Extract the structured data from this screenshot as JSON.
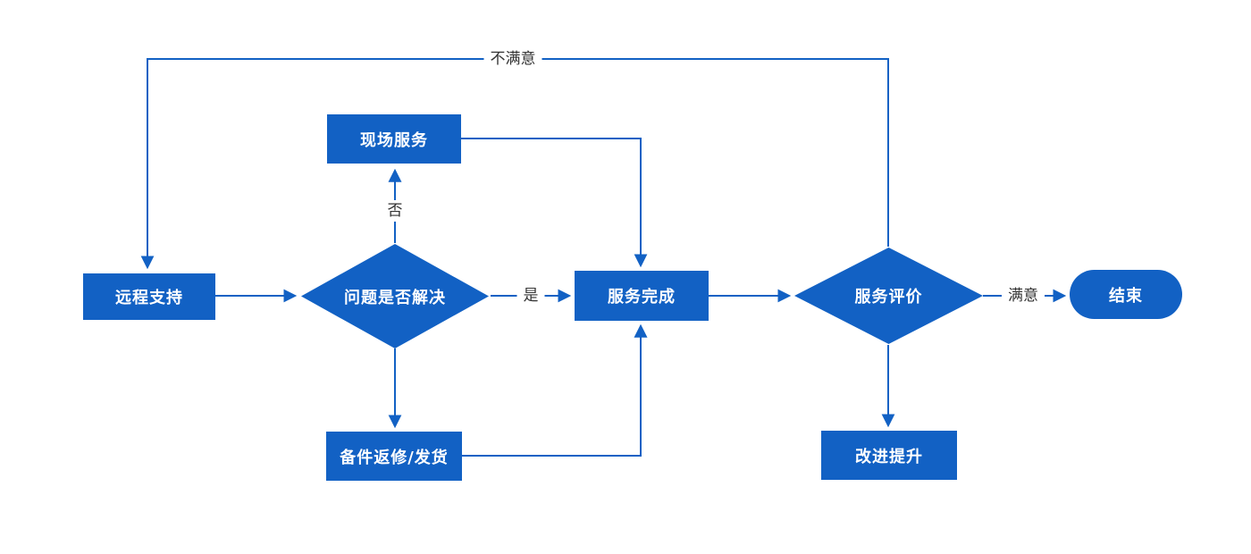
{
  "diagram": {
    "type": "flowchart",
    "accent_color": "#1261C4",
    "edge_label_color": "#333333",
    "node_text_color": "#ffffff",
    "background_color": "#ffffff",
    "nodes": {
      "remote_support": {
        "label": "远程支持",
        "shape": "rectangle"
      },
      "problem_solved": {
        "label": "问题是否解决",
        "shape": "diamond"
      },
      "onsite_service": {
        "label": "现场服务",
        "shape": "rectangle"
      },
      "service_complete": {
        "label": "服务完成",
        "shape": "rectangle"
      },
      "service_evaluation": {
        "label": "服务评价",
        "shape": "diamond"
      },
      "end": {
        "label": "结束",
        "shape": "terminator"
      },
      "improvement": {
        "label": "改进提升",
        "shape": "rectangle"
      },
      "spare_parts": {
        "label": "备件返修/发货",
        "shape": "rectangle"
      }
    },
    "edge_labels": {
      "no": "否",
      "yes": "是",
      "satisfied": "满意",
      "not_satisfied": "不满意"
    },
    "edges": [
      {
        "from": "remote_support",
        "to": "problem_solved",
        "label": ""
      },
      {
        "from": "problem_solved",
        "to": "onsite_service",
        "label": "否"
      },
      {
        "from": "problem_solved",
        "to": "service_complete",
        "label": "是"
      },
      {
        "from": "problem_solved",
        "to": "spare_parts",
        "label": ""
      },
      {
        "from": "onsite_service",
        "to": "service_complete",
        "label": ""
      },
      {
        "from": "spare_parts",
        "to": "service_complete",
        "label": ""
      },
      {
        "from": "service_complete",
        "to": "service_evaluation",
        "label": ""
      },
      {
        "from": "service_evaluation",
        "to": "end",
        "label": "满意"
      },
      {
        "from": "service_evaluation",
        "to": "improvement",
        "label": ""
      },
      {
        "from": "service_evaluation",
        "to": "remote_support",
        "label": "不满意"
      }
    ]
  }
}
